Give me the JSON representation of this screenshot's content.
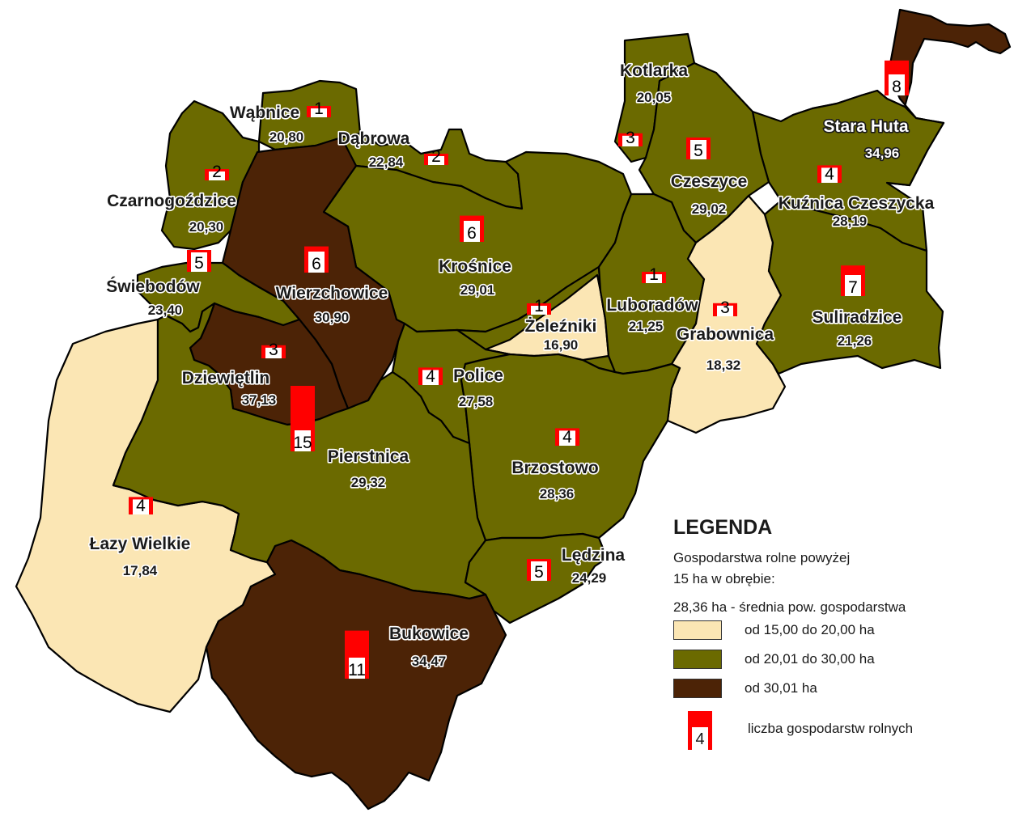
{
  "legend": {
    "title": "LEGENDA",
    "subtitle_line1": "Gospodarstwa rolne powyżej",
    "subtitle_line2": "15 ha w obrębie:",
    "note": "28,36 ha - średnia pow. gospodarstwa",
    "classes": [
      {
        "label": "od 15,00 do 20,00 ha",
        "color": "#fbe6b4"
      },
      {
        "label": "od 20,01 do 30,00 ha",
        "color": "#6b6a00"
      },
      {
        "label": "od 30,01 ha",
        "color": "#4c2306"
      }
    ],
    "bar_sample_value": "4",
    "bar_label": "liczba gospodarstw rolnych"
  },
  "villages": [
    {
      "name": "Wąbnice",
      "area": "20,80",
      "farms": 1,
      "cls": 2
    },
    {
      "name": "Czarnogoździce",
      "area": "20,30",
      "farms": 2,
      "cls": 2
    },
    {
      "name": "Dąbrowa",
      "area": "22,84",
      "farms": 2,
      "cls": 2
    },
    {
      "name": "Kotlarka",
      "area": "20,05",
      "farms": 3,
      "cls": 2
    },
    {
      "name": "Stara Huta",
      "area": "34,96",
      "farms": 8,
      "cls": 3
    },
    {
      "name": "Czeszyce",
      "area": "29,02",
      "farms": 5,
      "cls": 2
    },
    {
      "name": "Kuźnica Czeszycka",
      "area": "28,19",
      "farms": 4,
      "cls": 2
    },
    {
      "name": "Krośnice",
      "area": "29,01",
      "farms": 6,
      "cls": 2
    },
    {
      "name": "Świebodów",
      "area": "23,40",
      "farms": 5,
      "cls": 2
    },
    {
      "name": "Wierzchowice",
      "area": "30,90",
      "farms": 6,
      "cls": 3
    },
    {
      "name": "Żeleźniki",
      "area": "16,90",
      "farms": 1,
      "cls": 1
    },
    {
      "name": "Luboradów",
      "area": "21,25",
      "farms": 1,
      "cls": 2
    },
    {
      "name": "Grabownica",
      "area": "18,32",
      "farms": 3,
      "cls": 1
    },
    {
      "name": "Suliradzice",
      "area": "21,26",
      "farms": 7,
      "cls": 2
    },
    {
      "name": "Dziewiętlin",
      "area": "37,13",
      "farms": 3,
      "cls": 3
    },
    {
      "name": "Police",
      "area": "27,58",
      "farms": 4,
      "cls": 2
    },
    {
      "name": "Brzostowo",
      "area": "28,36",
      "farms": 4,
      "cls": 2
    },
    {
      "name": "Pierstnica",
      "area": "29,32",
      "farms": 15,
      "cls": 2
    },
    {
      "name": "Łazy Wielkie",
      "area": "17,84",
      "farms": 4,
      "cls": 1
    },
    {
      "name": "Lędzina",
      "area": "24,29",
      "farms": 5,
      "cls": 2
    },
    {
      "name": "Bukowice",
      "area": "34,47",
      "farms": 11,
      "cls": 3
    }
  ]
}
